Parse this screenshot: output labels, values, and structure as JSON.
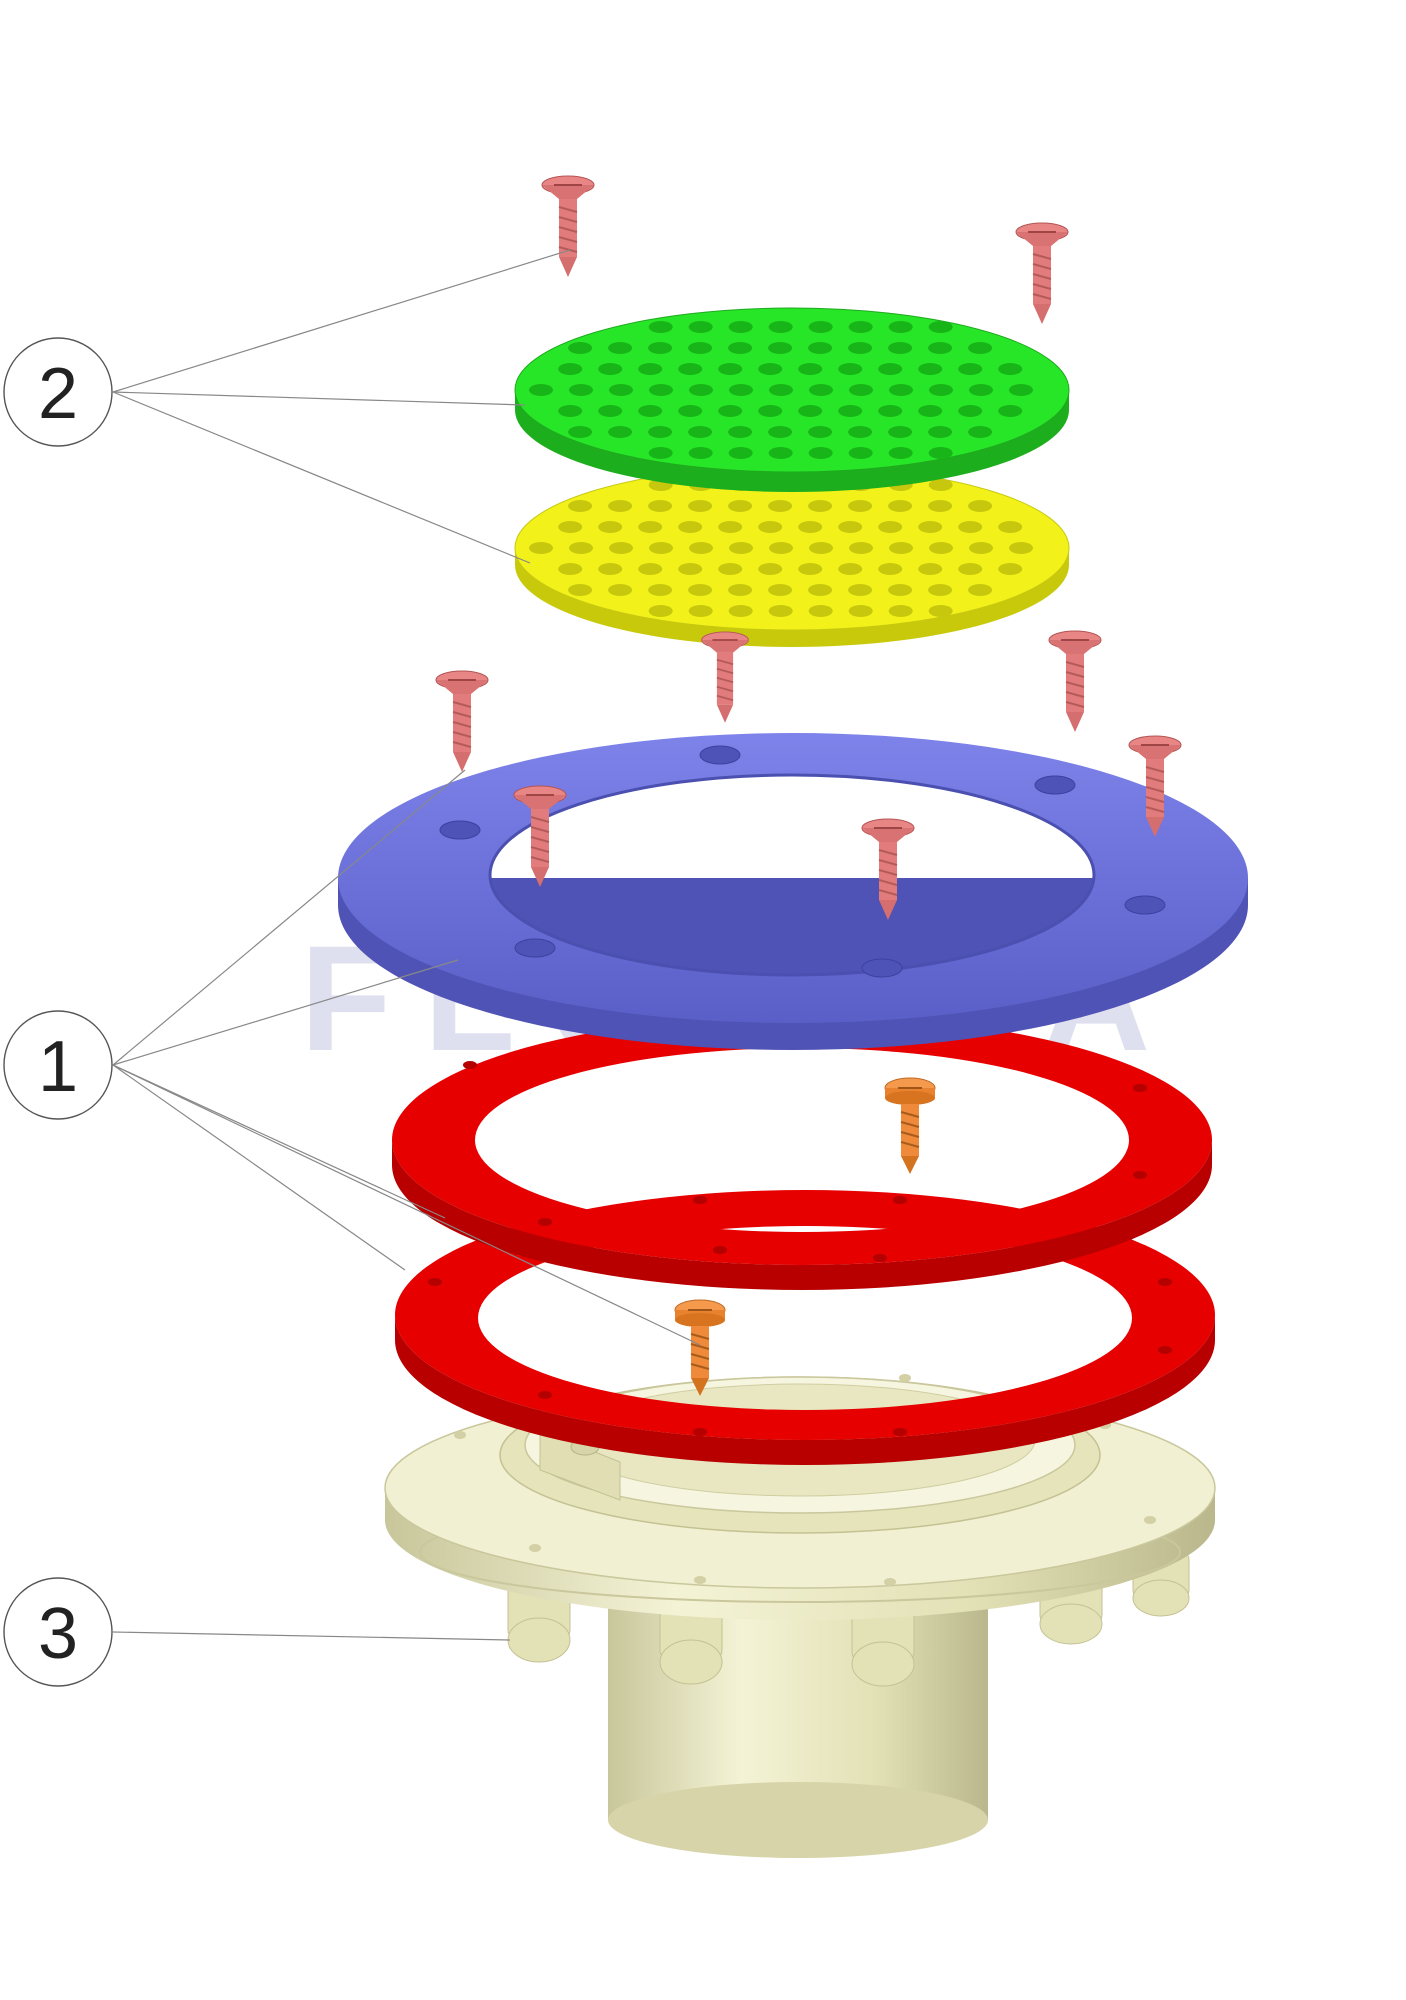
{
  "watermark": {
    "text": "FLUIDRA"
  },
  "callouts": [
    {
      "label": "2"
    },
    {
      "label": "1"
    },
    {
      "label": "3"
    }
  ],
  "colors": {
    "grate_top": "#27e627",
    "grate_bottom": "#f2f21a",
    "frame_ring": "#6f74dd",
    "gaskets": "#e60000",
    "body": "#ecebc4",
    "screws_wood": "#e88585",
    "screws_machine": "#f08a3c"
  }
}
